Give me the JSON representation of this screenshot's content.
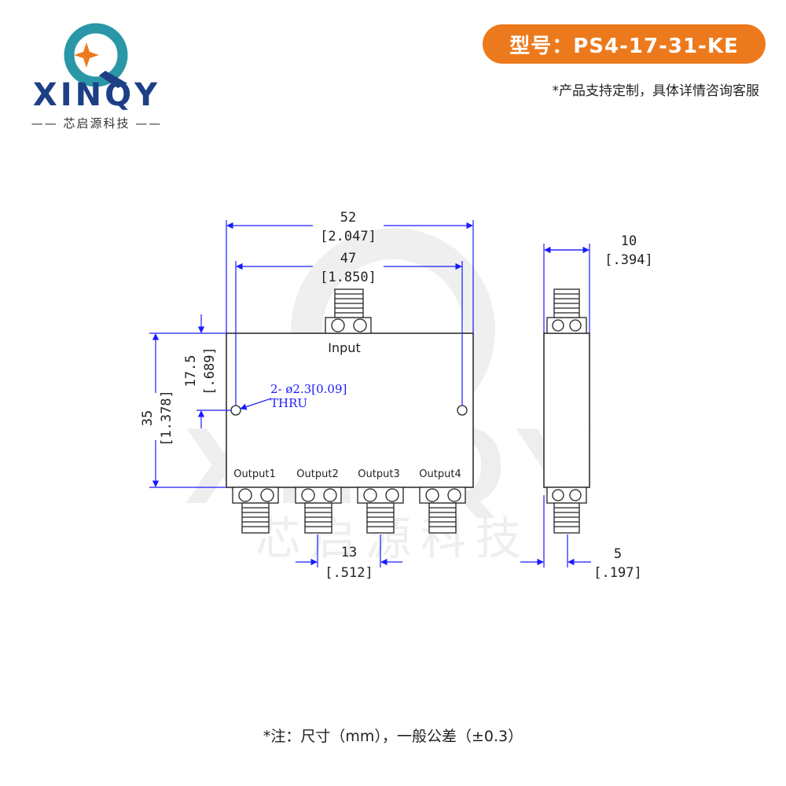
{
  "brand": {
    "name": "XINQY",
    "subtitle": "芯启源科技",
    "watermark_name": "XINQY",
    "watermark_subtitle": "芯启源科技"
  },
  "header": {
    "model_label": "型号：PS4-17-31-KE",
    "custom_note": "*产品支持定制，具体详情咨询客服"
  },
  "drawing": {
    "dim_width_mm": "52",
    "dim_width_in": "[2.047]",
    "dim_hole_span_mm": "47",
    "dim_hole_span_in": "[1.850]",
    "dim_height_mm": "35",
    "dim_height_in": "[1.378]",
    "dim_hole_offset_mm": "17.5",
    "dim_hole_offset_in": "[.689]",
    "hole_spec_line1": "2- ø2.3[0.09]",
    "hole_spec_line2": "THRU",
    "input_label": "Input",
    "output_labels": [
      "Output1",
      "Output2",
      "Output3",
      "Output4"
    ],
    "dim_port_pitch_mm": "13",
    "dim_port_pitch_in": "[.512]",
    "dim_thickness_mm": "10",
    "dim_thickness_in": "[.394]",
    "dim_side_port_mm": "5",
    "dim_side_port_in": "[.197]"
  },
  "footer": {
    "note": "*注：尺寸（mm），一般公差（±0.3）"
  },
  "colors": {
    "accent": "#ec7a1d",
    "brand_blue": "#1d3f86",
    "brand_teal": "#2a97a6",
    "dimension_blue": "#1a1aff"
  }
}
